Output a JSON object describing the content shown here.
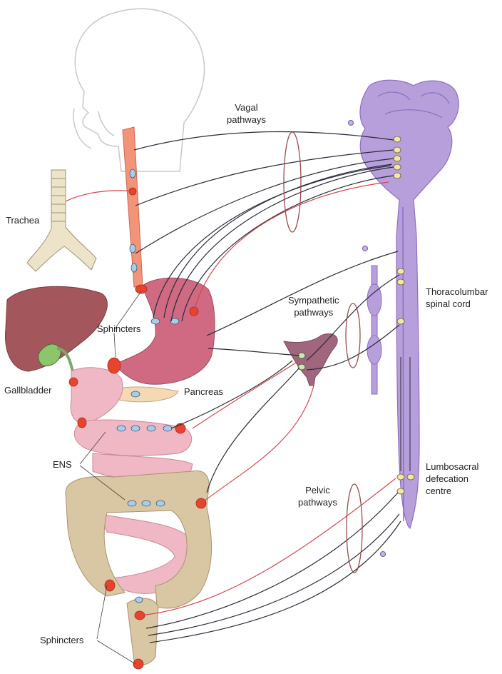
{
  "labels": {
    "vagal": [
      "Vagal",
      "pathways"
    ],
    "trachea": "Trachea",
    "sphincters_upper": "Sphincters",
    "gallbladder": "Gallbladder",
    "pancreas": "Pancreas",
    "ens": "ENS",
    "sympathetic": [
      "Sympathetic",
      "pathways"
    ],
    "thoracolumbar": [
      "Thoracolumbar",
      "spinal cord"
    ],
    "pelvic": [
      "Pelvic",
      "pathways"
    ],
    "lumbosacral": [
      "Lumbosacral",
      "defecation",
      "centre"
    ],
    "sphincters_lower": "Sphincters"
  },
  "colors": {
    "spinal_cord": "#b79fdb",
    "spinal_dark": "#8e6fc0",
    "oesophagus": "#f2937a",
    "stomach": "#cf6a82",
    "liver": "#a3575c",
    "small_intestine": "#f0b8c4",
    "colon": "#d9c6a3",
    "sphincter": "#e8432c",
    "nerve": "#2b2b3a",
    "sensory_nerve": "#d8454a",
    "pathway_ellipse": "#9c4a4a"
  }
}
